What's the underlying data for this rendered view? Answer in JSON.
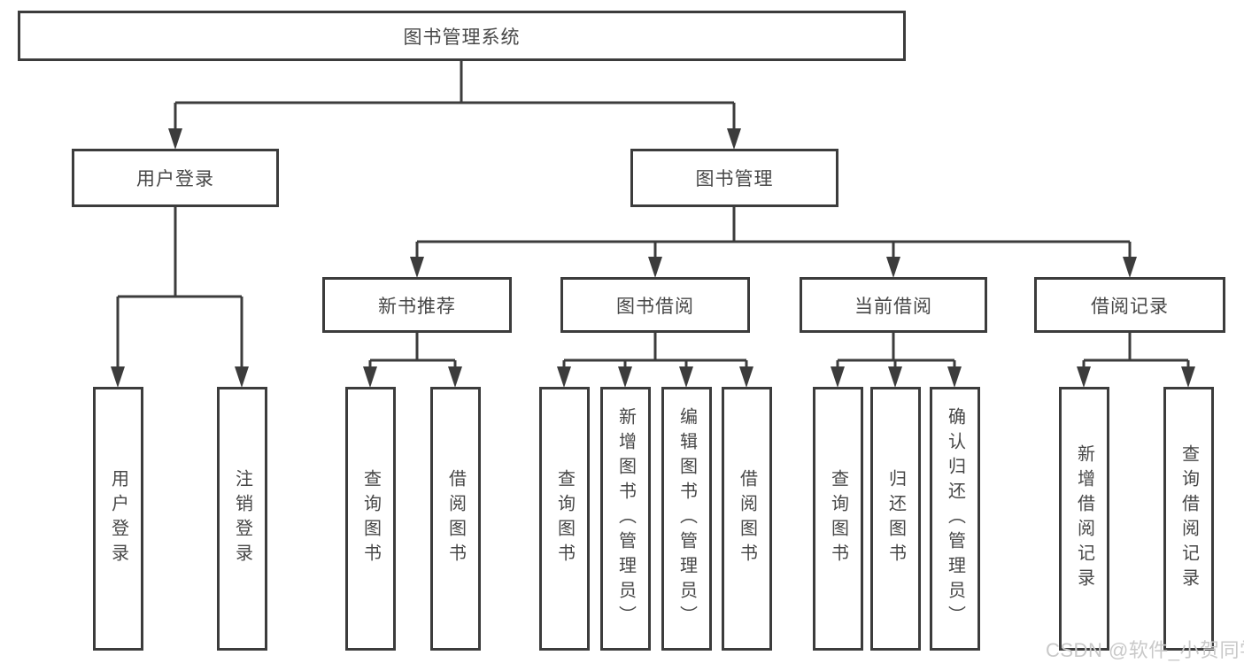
{
  "diagram": {
    "root": {
      "label": "图书管理系统"
    },
    "user_login": {
      "label": "用户登录",
      "children": [
        {
          "label": "用户登录"
        },
        {
          "label": "注销登录"
        }
      ]
    },
    "book_mgmt": {
      "label": "图书管理",
      "sections": [
        {
          "label": "新书推荐",
          "children": [
            {
              "label": "查询图书"
            },
            {
              "label": "借阅图书"
            }
          ]
        },
        {
          "label": "图书借阅",
          "children": [
            {
              "label": "查询图书"
            },
            {
              "label": "新增图书（管理员）"
            },
            {
              "label": "编辑图书（管理员）"
            },
            {
              "label": "借阅图书"
            }
          ]
        },
        {
          "label": "当前借阅",
          "children": [
            {
              "label": "查询图书"
            },
            {
              "label": "归还图书"
            },
            {
              "label": "确认归还（管理员）"
            }
          ]
        },
        {
          "label": "借阅记录",
          "children": [
            {
              "label": "新增借阅记录"
            },
            {
              "label": "查询借阅记录"
            }
          ]
        }
      ]
    }
  },
  "watermark": {
    "text": "CSDN @软件_小贺同学"
  },
  "colors": {
    "line": "#3c3c3c",
    "box_border": "#3c3c3c",
    "text": "#474747",
    "background": "#ffffff",
    "watermark": "#c9c9c9"
  }
}
